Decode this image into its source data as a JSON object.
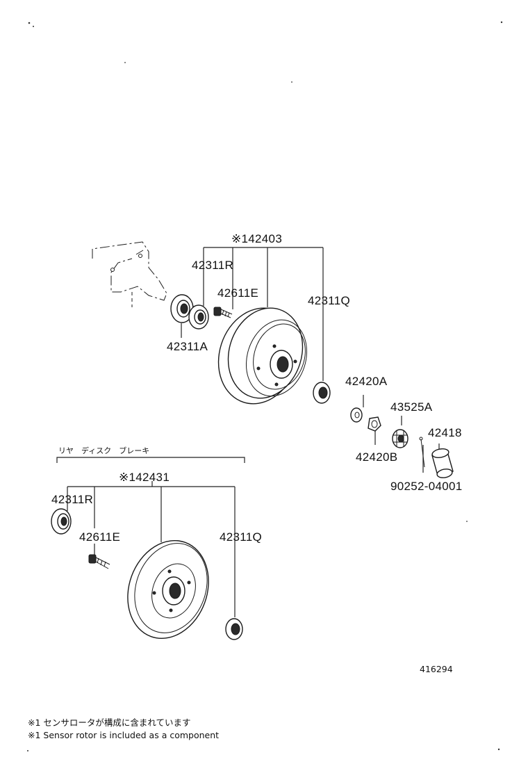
{
  "parts": {
    "assy_front": "※142403",
    "p42311r_a": "42311R",
    "p42611e_a": "42611E",
    "p42311q_a": "42311Q",
    "p42311a": "42311A",
    "p42420a": "42420A",
    "p43525a": "43525A",
    "p42418": "42418",
    "p42420b": "42420B",
    "p90252": "90252-04001",
    "rear_title": "リヤ　ディスク　ブレーキ",
    "assy_rear": "※142431",
    "p42311r_b": "42311R",
    "p42611e_b": "42611E",
    "p42311q_b": "42311Q"
  },
  "figure_number": "416294",
  "notes": {
    "note_jp": "※1 センサロータが構成に含まれています",
    "note_en": "※1 Sensor rotor is included as a component"
  }
}
